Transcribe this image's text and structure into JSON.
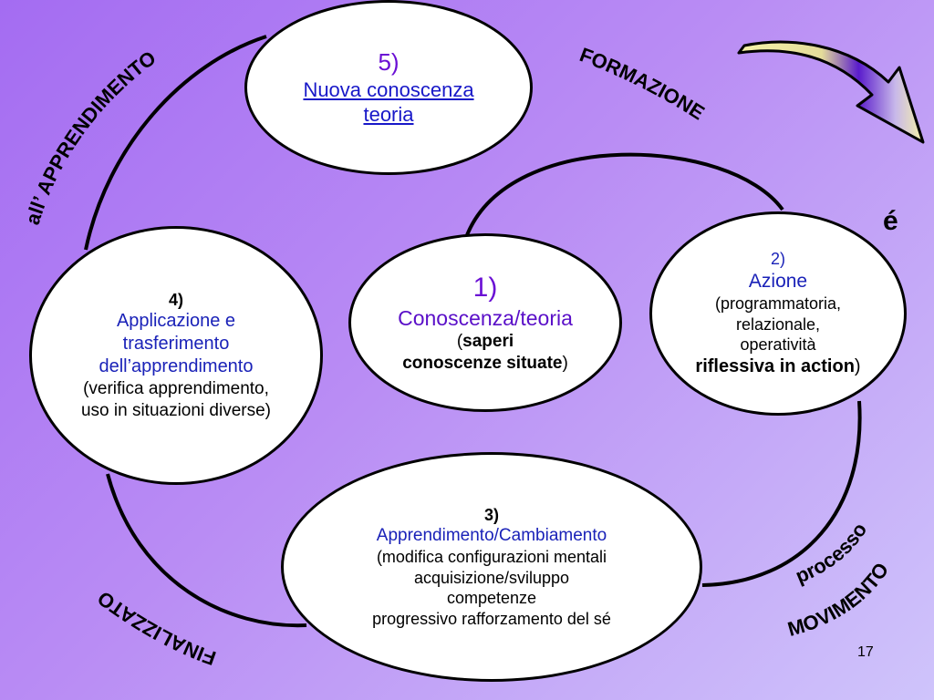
{
  "nodes": {
    "n5": {
      "num": "5)",
      "title_line1": "Nuova conoscenza",
      "title_line2": "teoria"
    },
    "n1": {
      "num": "1)",
      "title": "Conoscenza/teoria",
      "open": "(",
      "desc_bold_1": "saperi",
      "desc_bold_2": "conoscenze situate",
      "close": ")"
    },
    "n2": {
      "num": "2)",
      "title": "Azione",
      "line1": "(programmatoria,",
      "line2": "relazionale,",
      "line3": "operatività",
      "bold": "riflessiva in action",
      "close": ")"
    },
    "n4": {
      "num": "4)",
      "title_line1": "Applicazione e",
      "title_line2": "trasferimento",
      "title_line3": "dell’apprendimento",
      "line1": "(verifica apprendimento,",
      "line2": "uso in situazioni diverse)"
    },
    "n3": {
      "num": "3)",
      "title": "Apprendimento/Cambiamento",
      "line1": "(modifica configurazioni mentali",
      "line2": "acquisizione/sviluppo",
      "line3": "competenze",
      "line4": "progressivo rafforzamento del sé"
    }
  },
  "labels": {
    "apprendimento": "all’  APPRENDIMENTO",
    "formazione": "FORMAZIONE",
    "processo": "processo",
    "movimento": "MOVIMENTO",
    "finalizzato": "FINALIZZATO",
    "accent": "é"
  },
  "page_number": "17",
  "colors": {
    "title_blue": "#1a22b8",
    "number_purple": "#6a0fd4",
    "arrow_yellow": "#f4f0a0",
    "arrow_violet": "#5a1ccc"
  }
}
